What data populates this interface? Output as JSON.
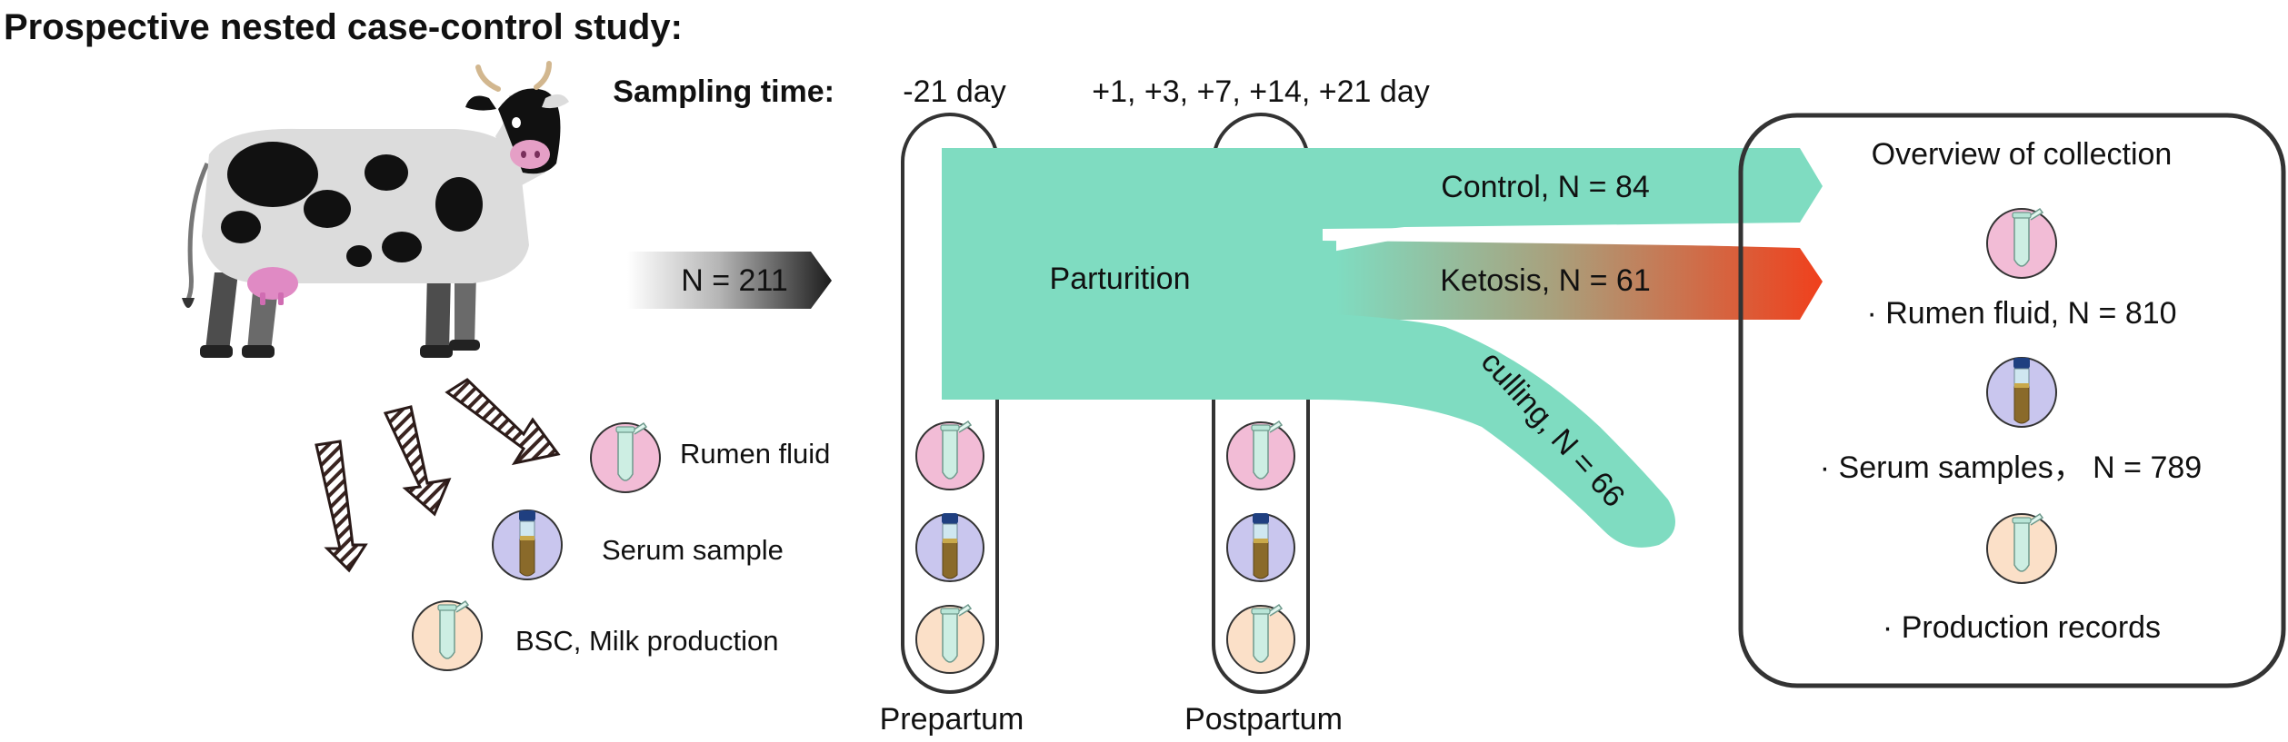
{
  "title": "Prospective nested case-control study:",
  "sampling": {
    "label": "Sampling time:",
    "prepartum_time": "-21 day",
    "postpartum_time": "+1, +3, +7, +14, +21 day"
  },
  "columns": {
    "prepartum": "Prepartum",
    "postpartum": "Postpartum"
  },
  "flow": {
    "input": "N = 211",
    "center": "Parturition",
    "branches": {
      "control": "Control, N = 84",
      "ketosis": "Ketosis, N = 61",
      "culling": "culling, N = 66"
    }
  },
  "samples": {
    "rumen": "Rumen fluid",
    "serum": "Serum sample",
    "bsc": "BSC, Milk production"
  },
  "overview": {
    "title": "Overview of collection",
    "rumen": "· Rumen fluid, N = 810",
    "serum": "· Serum samples，  N = 789",
    "production": "· Production records"
  },
  "colors": {
    "flow_teal": "#7fdcc1",
    "ketosis_red": "#f0401c",
    "rumen_bg": "#f2bcd6",
    "serum_bg": "#c9c6ee",
    "bsc_bg": "#fbe0c8",
    "tube": "#cdeee3"
  }
}
